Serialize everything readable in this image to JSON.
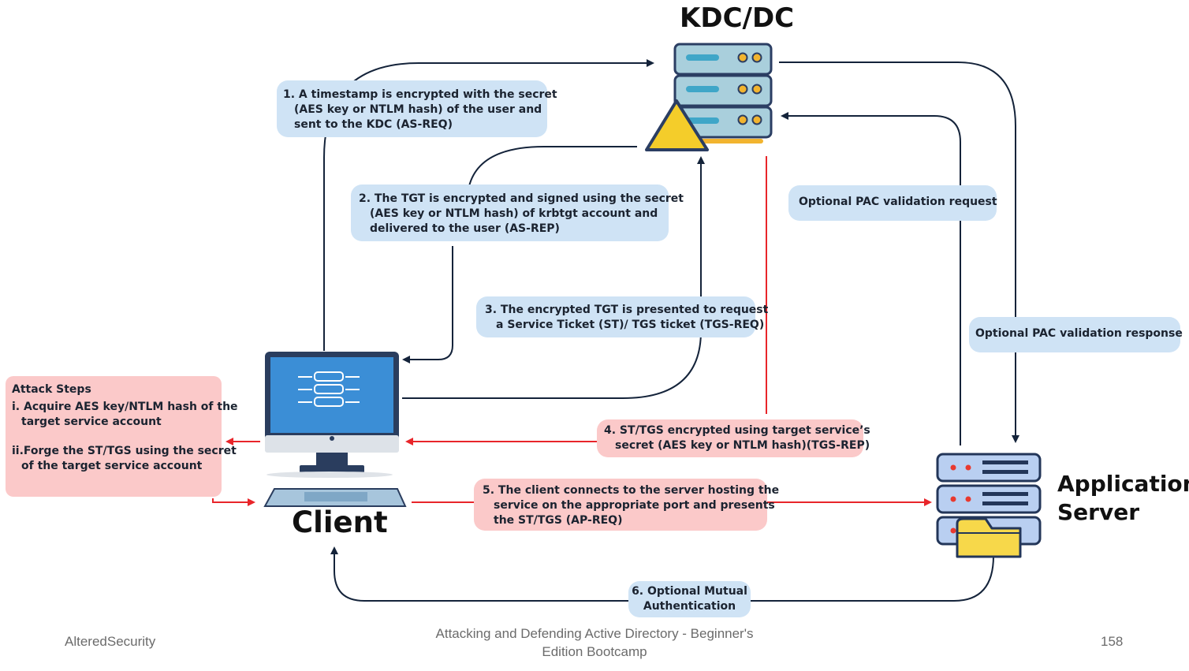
{
  "titles": {
    "kdc": "KDC/DC",
    "client": "Client",
    "app_server_line1": "Application",
    "app_server_line2": "Server"
  },
  "steps": {
    "step1": [
      "1. A timestamp is encrypted with the secret",
      "(AES key or NTLM hash) of the user and",
      "sent to the KDC (AS-REQ)"
    ],
    "step2": [
      "2. The TGT is encrypted and signed using the secret",
      "(AES key or NTLM hash) of  krbtgt account and",
      "delivered to the user (AS-REP)"
    ],
    "step3": [
      "3. The encrypted TGT is presented to request",
      "a Service Ticket (ST)/ TGS ticket (TGS-REQ)"
    ],
    "step4": [
      "4. ST/TGS encrypted using target service’s",
      "secret (AES key or NTLM hash)(TGS-REP)"
    ],
    "step5": [
      "5. The client connects to the server hosting the",
      "service on the appropriate port and presents",
      "the ST/TGS (AP-REQ)"
    ],
    "step6": [
      "6. Optional Mutual",
      "Authentication"
    ],
    "pac_request": "Optional PAC validation request",
    "pac_response": "Optional PAC validation response"
  },
  "attack": {
    "heading": "Attack Steps",
    "item1": [
      "i. Acquire AES key/NTLM hash of the",
      "target service account"
    ],
    "item2": [
      "ii.Forge the ST/TGS using the secret",
      "of the target service account"
    ]
  },
  "footer": {
    "left": "AlteredSecurity",
    "center_line1": "Attacking and Defending Active Directory - Beginner's",
    "center_line2": "Edition Bootcamp",
    "page": "158"
  },
  "colors": {
    "arrow_dark": "#14233a",
    "arrow_red": "#e8252a",
    "box_blue": "#cfe3f5",
    "box_pink": "#fbc9c9"
  },
  "icons": [
    "server-icon",
    "warning-icon",
    "monitor-icon",
    "database-icon",
    "folder-icon"
  ]
}
